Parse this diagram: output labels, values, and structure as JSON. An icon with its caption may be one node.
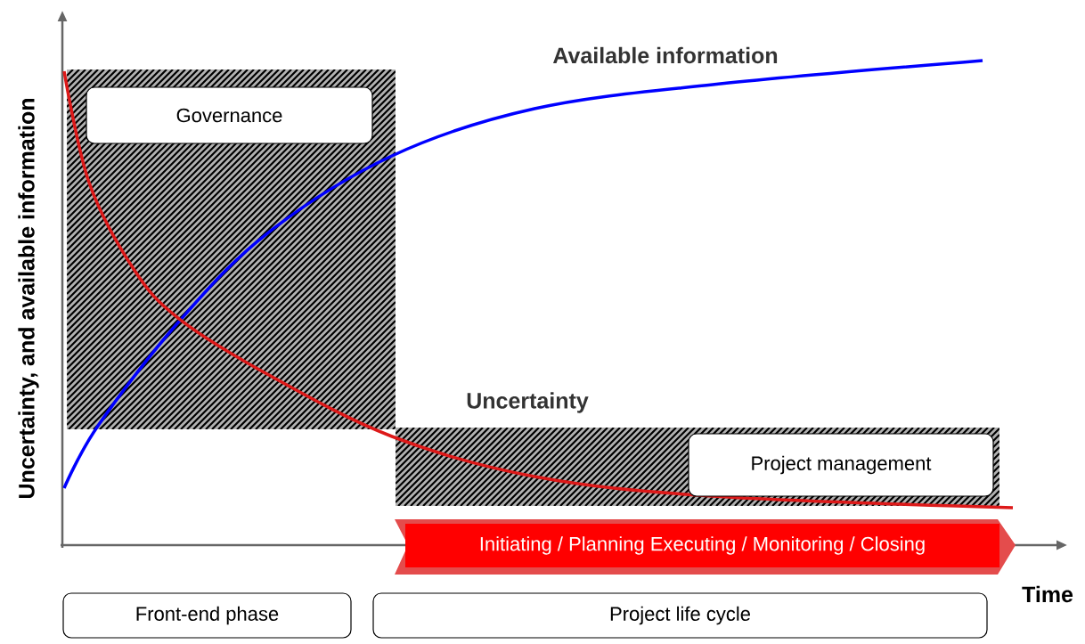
{
  "diagram": {
    "nodes": [
      {
        "text": [
          "Governance"
        ]
      },
      {
        "text": [
          "Project management"
        ]
      },
      {
        "text": [
          "Initiating / Planning Executing / Monitoring / Closing"
        ]
      },
      {
        "text": [
          "Front-end phase"
        ]
      },
      {
        "text": [
          "Project life cycle"
        ]
      }
    ],
    "labels": [
      "Available information",
      "Uncertainty",
      "Uncertainty, and available information",
      "Time"
    ]
  }
}
